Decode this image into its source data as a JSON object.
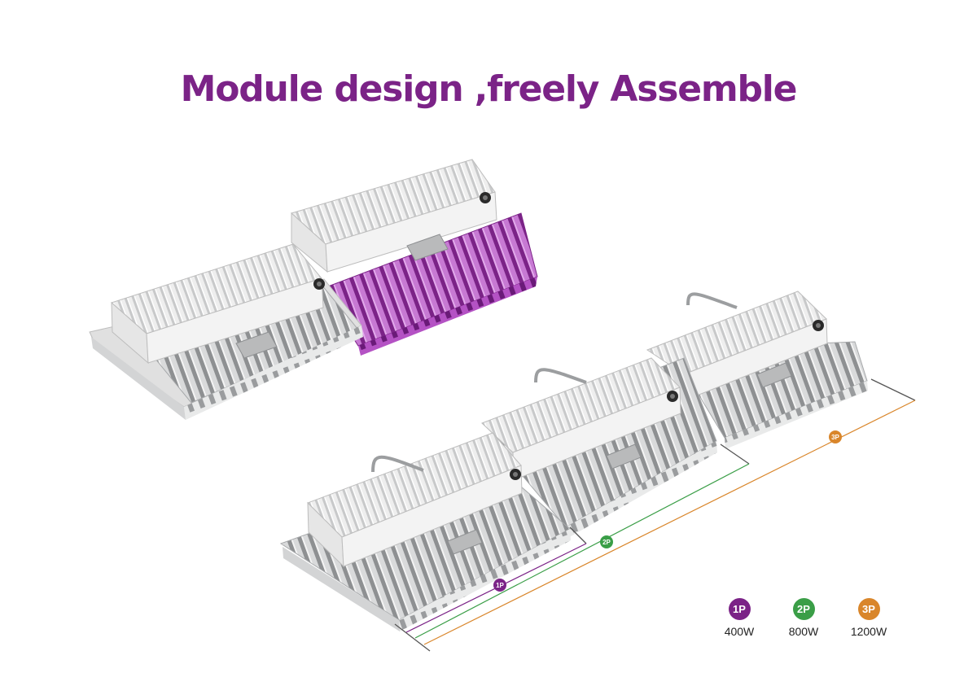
{
  "title": "Module design ,freely Assemble",
  "colors": {
    "purple": "#7b2387",
    "green": "#3a9e47",
    "orange": "#d9862b",
    "title": "#7b2387"
  },
  "dimension_tags": [
    "1P",
    "2P",
    "3P"
  ],
  "legend": [
    {
      "tag": "1P",
      "power": "400W",
      "color": "#7b2387"
    },
    {
      "tag": "2P",
      "power": "800W",
      "color": "#3a9e47"
    },
    {
      "tag": "3P",
      "power": "1200W",
      "color": "#d9862b"
    }
  ]
}
